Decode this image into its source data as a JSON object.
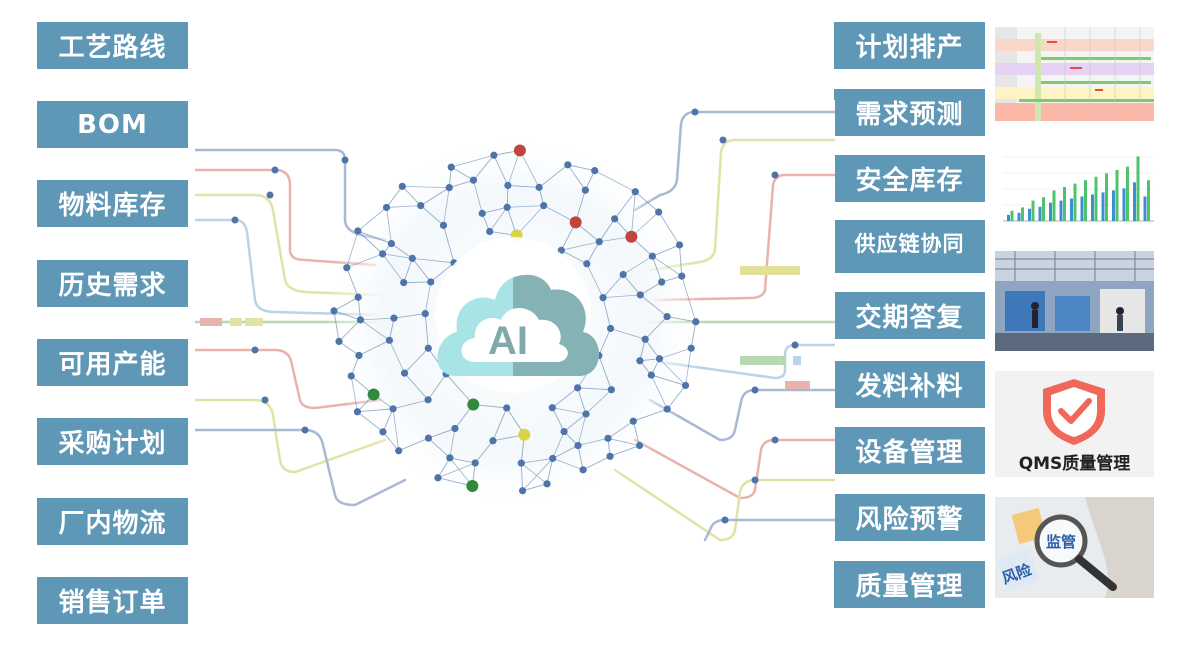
{
  "left_items": [
    "工艺路线",
    "BOM",
    "物料库存",
    "历史需求",
    "可用产能",
    "采购计划",
    "厂内物流",
    "销售订单"
  ],
  "right_items": [
    "计划排产",
    "需求预测",
    "安全库存",
    "供应链协同",
    "交期答复",
    "发料补料",
    "设备管理",
    "风险预警",
    "质量管理"
  ],
  "center": {
    "label": "AI"
  },
  "thumbnails": {
    "qms_label": "QMS质量管理",
    "risk_labels": [
      "监管",
      "风险"
    ]
  },
  "colors": {
    "tag_bg": "#5f97b7",
    "cloud_light": "#a8e3e6",
    "cloud_dark": "#7fa9aa",
    "shield": "#f0685a"
  }
}
